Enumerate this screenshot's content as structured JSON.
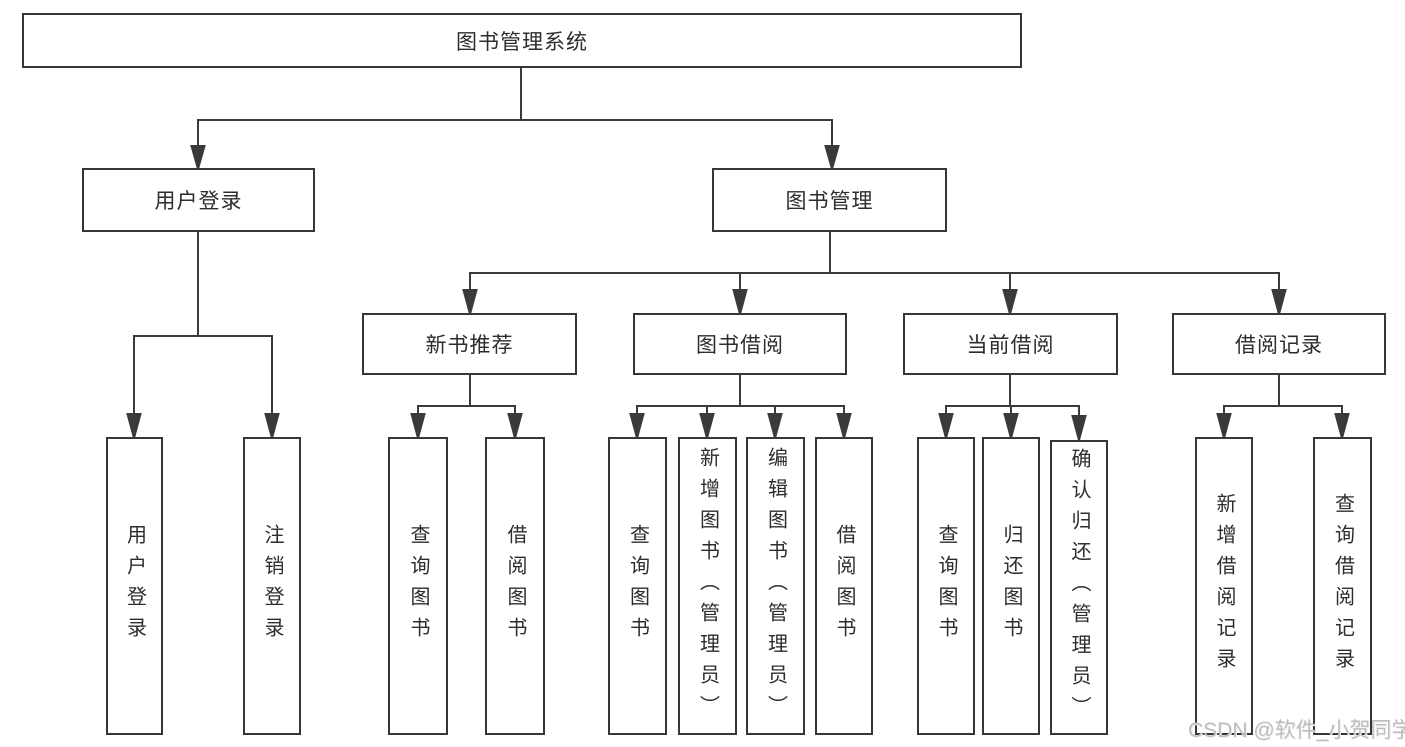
{
  "tree": {
    "root_label": "图书管理系统",
    "level2": [
      {
        "label": "用户登录",
        "leaves": [
          "用户登录",
          "注销登录"
        ]
      },
      {
        "label": "图书管理",
        "groups": [
          {
            "label": "新书推荐",
            "leaves": [
              "查询图书",
              "借阅图书"
            ]
          },
          {
            "label": "图书借阅",
            "leaves": [
              "查询图书",
              "新增图书（管理员）",
              "编辑图书（管理员）",
              "借阅图书"
            ]
          },
          {
            "label": "当前借阅",
            "leaves": [
              "查询图书",
              "归还图书",
              "确认归还（管理员）"
            ]
          },
          {
            "label": "借阅记录",
            "leaves": [
              "新增借阅记录",
              "查询借阅记录"
            ]
          }
        ]
      }
    ]
  },
  "watermark": {
    "text": "CSDN @软件_小贺同学"
  },
  "colors": {
    "line": "#3a3a3a",
    "box_border": "#373737",
    "box_bg": "#ffffff",
    "text": "#2d2d2d",
    "watermark": "#bdbdbd"
  }
}
